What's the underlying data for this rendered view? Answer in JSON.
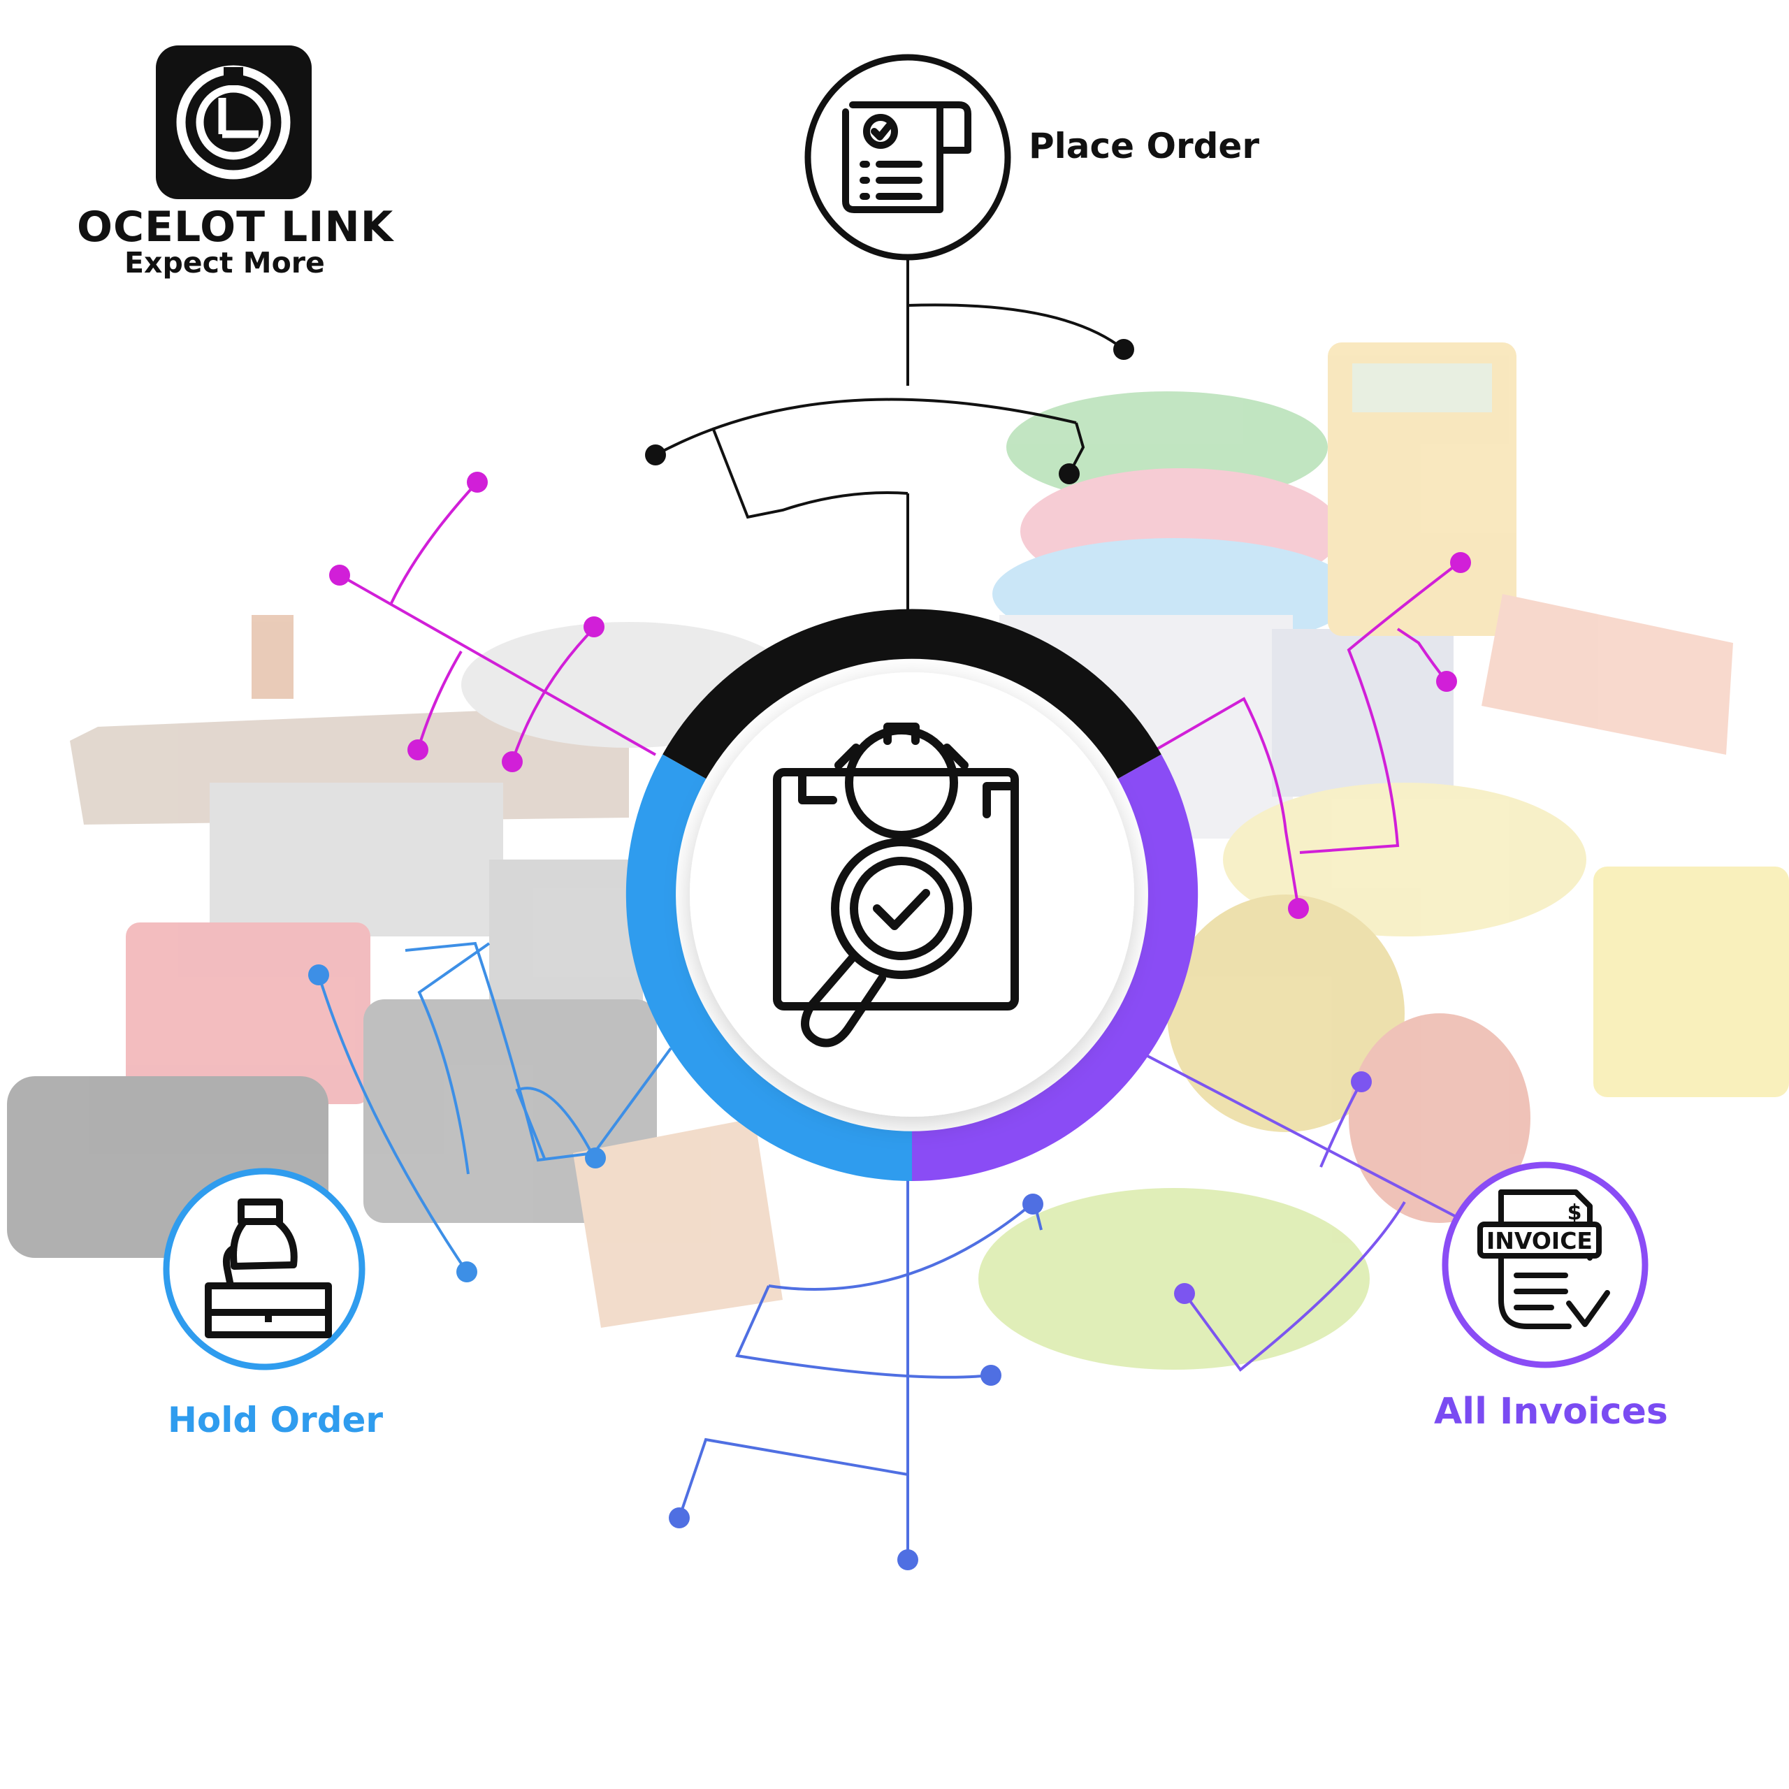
{
  "brand": {
    "name": "OCELOT LINK",
    "tagline": "Expect More",
    "logo": "ocelot-link-logo"
  },
  "center": {
    "icon": "gear-document-magnifier-check-icon"
  },
  "features": [
    {
      "id": "place-order",
      "label": "Place Order",
      "icon": "checklist-receipt-icon",
      "color": "#111111"
    },
    {
      "id": "hold-order",
      "label": "Hold Order",
      "icon": "hand-holding-box-icon",
      "color": "#2f9cee"
    },
    {
      "id": "all-invoices",
      "label": "All Invoices",
      "icon": "invoice-check-icon",
      "color": "#7a4bf2"
    }
  ],
  "colors": {
    "black": "#111111",
    "blue": "#2f9cee",
    "purple": "#8a4cf5",
    "magenta": "#d11fd8",
    "indigo": "#4f6fe2",
    "violet": "#7c55f0"
  }
}
